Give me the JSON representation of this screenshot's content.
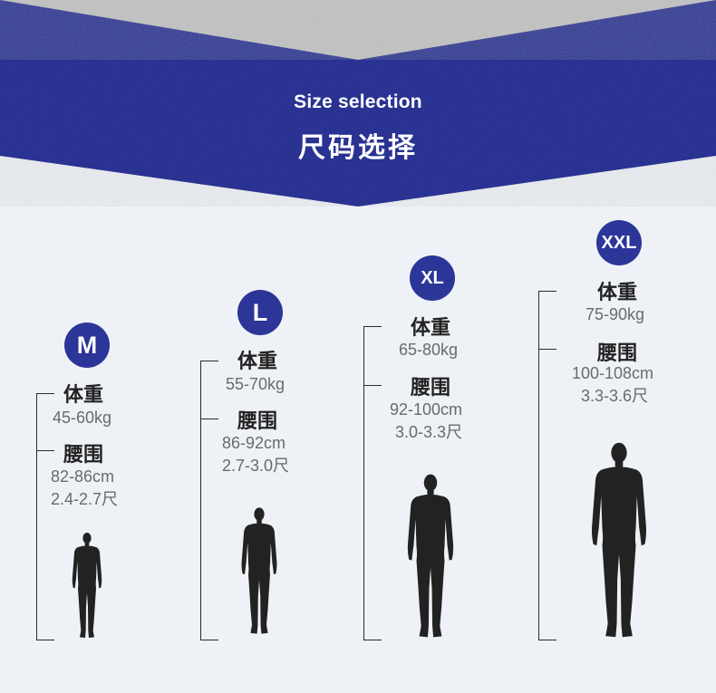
{
  "header": {
    "title_en": "Size selection",
    "title_cn": "尺码选择"
  },
  "colors": {
    "banner_blue": "#2c3598",
    "fabric_gray": "#c9c9c9",
    "page_bg": "#eef1f6",
    "figure": "#222222"
  },
  "sizes": [
    {
      "size": "M",
      "weight_label": "体重",
      "weight": "45-60kg",
      "waist_label": "腰围",
      "waist_cm": "82-86cm",
      "waist_chi": "2.4-2.7尺"
    },
    {
      "size": "L",
      "weight_label": "体重",
      "weight": "55-70kg",
      "waist_label": "腰围",
      "waist_cm": "86-92cm",
      "waist_chi": "2.7-3.0尺"
    },
    {
      "size": "XL",
      "weight_label": "体重",
      "weight": "65-80kg",
      "waist_label": "腰围",
      "waist_cm": "92-100cm",
      "waist_chi": "3.0-3.3尺"
    },
    {
      "size": "XXL",
      "weight_label": "体重",
      "weight": "75-90kg",
      "waist_label": "腰围",
      "waist_cm": "100-108cm",
      "waist_chi": "3.3-3.6尺"
    }
  ],
  "icons": [
    "human-silhouette-icon"
  ]
}
